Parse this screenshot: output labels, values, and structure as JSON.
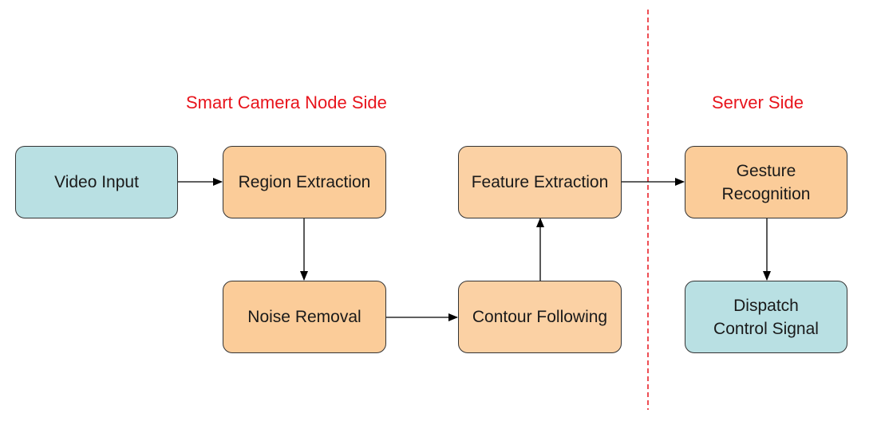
{
  "sections": {
    "left_label": "Smart Camera Node Side",
    "right_label": "Server Side"
  },
  "nodes": {
    "video_input": "Video Input",
    "region_extraction": "Region Extraction",
    "noise_removal": "Noise Removal",
    "contour_following": "Contour Following",
    "feature_extraction": "Feature Extraction",
    "gesture_recognition": "Gesture\nRecognition",
    "dispatch_control_signal": "Dispatch\nControl Signal"
  },
  "colors": {
    "input_output_fill": "#b9e0e3",
    "process_fill": "#fbcc99",
    "divider": "#e8141c",
    "section_label": "#e8141c"
  }
}
